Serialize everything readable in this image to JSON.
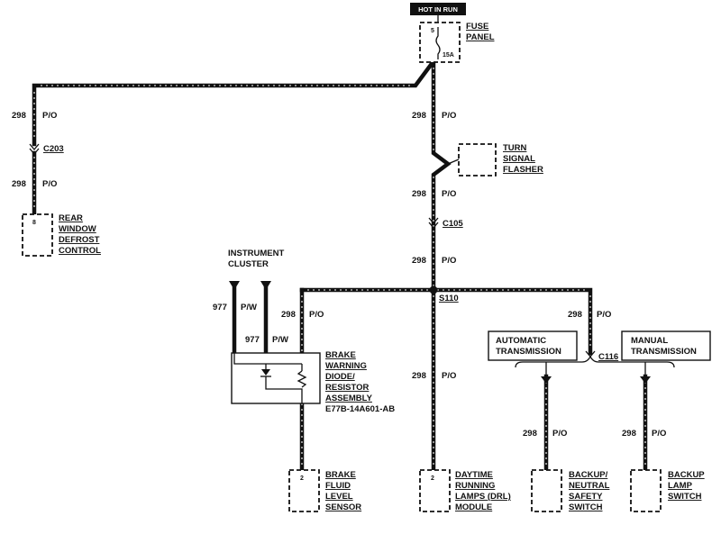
{
  "power_tag": "HOT IN RUN",
  "fuse_panel": {
    "label1": "FUSE",
    "label2": "PANEL",
    "fuse_number": "5",
    "rating": "15A"
  },
  "wire": {
    "circuit": "298",
    "color": "P/O",
    "alt_circuit": "977",
    "alt_color": "P/W"
  },
  "connectors": {
    "c203": "C203",
    "c105": "C105",
    "c116": "C116",
    "splice": "S110"
  },
  "turn_signal_flasher": [
    "TURN",
    "SIGNAL",
    "FLASHER"
  ],
  "rear_window_defrost": {
    "pin": "8",
    "lines": [
      "REAR",
      "WINDOW",
      "DEFROST",
      "CONTROL"
    ]
  },
  "instrument_cluster": [
    "INSTRUMENT",
    "CLUSTER"
  ],
  "brake_warning_assembly": {
    "lines": [
      "BRAKE",
      "WARNING",
      "DIODE/",
      "RESISTOR",
      "ASSEMBLY"
    ],
    "part_number": "E77B-14A601-AB"
  },
  "brake_fluid_sensor": {
    "pin": "2",
    "lines": [
      "BRAKE",
      "FLUID",
      "LEVEL",
      "SENSOR"
    ]
  },
  "drl_module": {
    "pin": "2",
    "lines": [
      "DAYTIME",
      "RUNNING",
      "LAMPS (DRL)",
      "MODULE"
    ]
  },
  "automatic_transmission": [
    "AUTOMATIC",
    "TRANSMISSION"
  ],
  "manual_transmission": [
    "MANUAL",
    "TRANSMISSION"
  ],
  "backup_neutral_switch": {
    "lines": [
      "BACKUP/",
      "NEUTRAL",
      "SAFETY",
      "SWITCH"
    ]
  },
  "backup_lamp_switch": {
    "lines": [
      "BACKUP",
      "LAMP",
      "SWITCH"
    ]
  }
}
